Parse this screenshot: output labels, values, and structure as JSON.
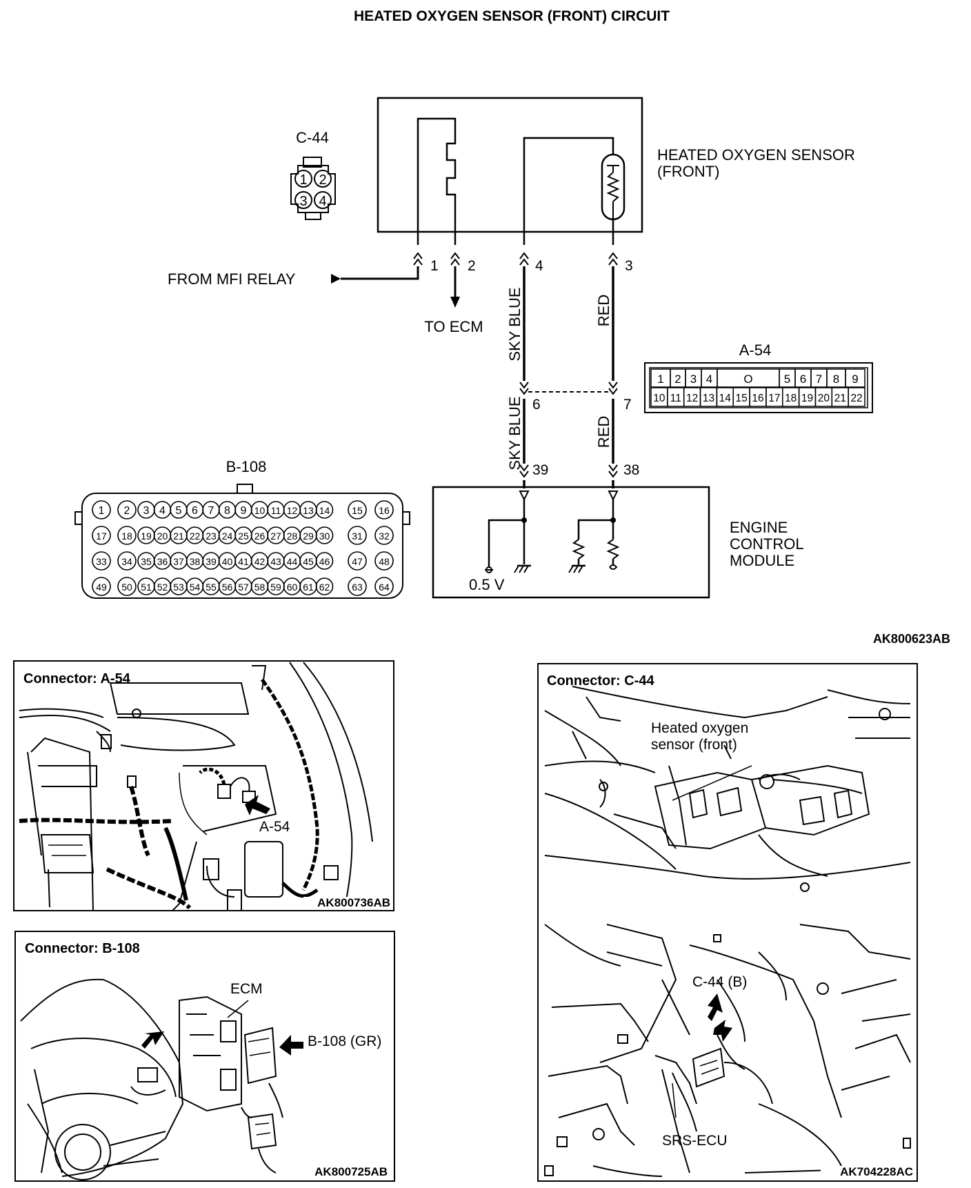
{
  "title": "HEATED OXYGEN SENSOR (FRONT) CIRCUIT",
  "ref_main": "AK800623AB",
  "sensor": {
    "label_line1": "HEATED OXYGEN SENSOR",
    "label_line2": "(FRONT)"
  },
  "connector_c44": {
    "label": "C-44",
    "pins": [
      "1",
      "2",
      "3",
      "4"
    ]
  },
  "relay_label": "FROM MFI RELAY",
  "ecm_out_label": "TO ECM",
  "sensor_pins": [
    "1",
    "2",
    "4",
    "3"
  ],
  "wires": {
    "left_upper": "SKY BLUE",
    "right_upper": "RED",
    "left_lower": "SKY BLUE",
    "right_lower": "RED"
  },
  "a54_pins": [
    "6",
    "7"
  ],
  "ecm_pins": [
    "39",
    "38"
  ],
  "connector_a54": {
    "label": "A-54",
    "row1": [
      "1",
      "2",
      "3",
      "4",
      "O",
      "5",
      "6",
      "7",
      "8",
      "9"
    ],
    "row2": [
      "10",
      "11",
      "12",
      "13",
      "14",
      "15",
      "16",
      "17",
      "18",
      "19",
      "20",
      "21",
      "22"
    ]
  },
  "connector_b108": {
    "label": "B-108",
    "rows": [
      [
        "1",
        "2",
        "3",
        "4",
        "5",
        "6",
        "7",
        "8",
        "9",
        "10",
        "11",
        "12",
        "13",
        "14",
        "15",
        "16"
      ],
      [
        "17",
        "18",
        "19",
        "20",
        "21",
        "22",
        "23",
        "24",
        "25",
        "26",
        "27",
        "28",
        "29",
        "30",
        "31",
        "32"
      ],
      [
        "33",
        "34",
        "35",
        "36",
        "37",
        "38",
        "39",
        "40",
        "41",
        "42",
        "43",
        "44",
        "45",
        "46",
        "47",
        "48"
      ],
      [
        "49",
        "50",
        "51",
        "52",
        "53",
        "54",
        "55",
        "56",
        "57",
        "58",
        "59",
        "60",
        "61",
        "62",
        "63",
        "64"
      ]
    ]
  },
  "ecm": {
    "line1": "ENGINE",
    "line2": "CONTROL",
    "line3": "MODULE",
    "voltage": "0.5 V"
  },
  "panel_a54": {
    "title": "Connector: A-54",
    "callout": "A-54",
    "ref": "AK800736AB"
  },
  "panel_b108": {
    "title": "Connector: B-108",
    "ecm_label": "ECM",
    "callout": "B-108 (GR)",
    "ref": "AK800725AB"
  },
  "panel_c44": {
    "title": "Connector: C-44",
    "sensor_line1": "Heated oxygen",
    "sensor_line2": "sensor (front)",
    "callout": "C-44 (B)",
    "srs": "SRS-ECU",
    "ref": "AK704228AC"
  }
}
